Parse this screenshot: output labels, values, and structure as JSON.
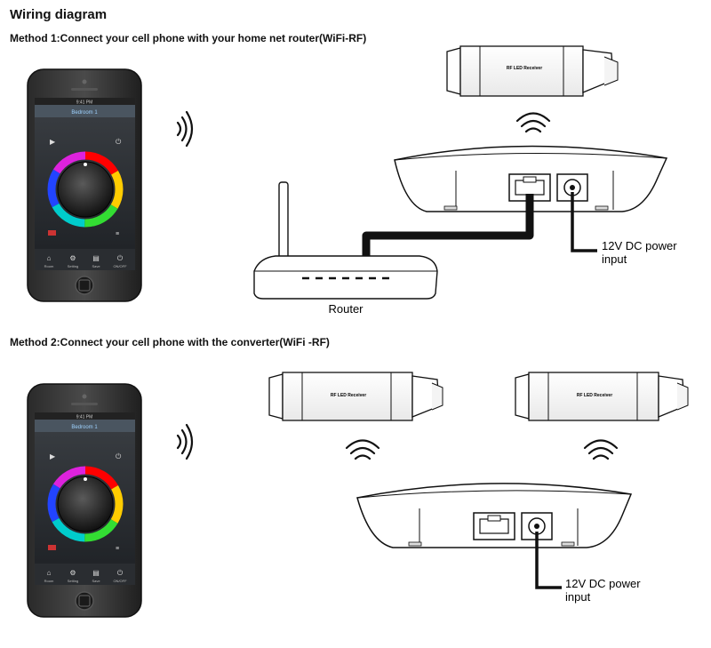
{
  "title": "Wiring diagram",
  "method1": {
    "title": "Method 1:Connect your cell phone with your home net router(WiFi-RF)",
    "router_label": "Router",
    "power_line1": "12V DC power",
    "power_line2": "input"
  },
  "method2": {
    "title": "Method 2:Connect your cell phone with the converter(WiFi -RF)",
    "power_line1": "12V DC power",
    "power_line2": "input"
  },
  "receiver_label": "RF LED Receiver",
  "phone": {
    "status_time": "9:41 PM",
    "screen_title": "Bedroom 1",
    "nav_items": [
      "Room",
      "Setting",
      "Save",
      "ON/OFF"
    ]
  }
}
